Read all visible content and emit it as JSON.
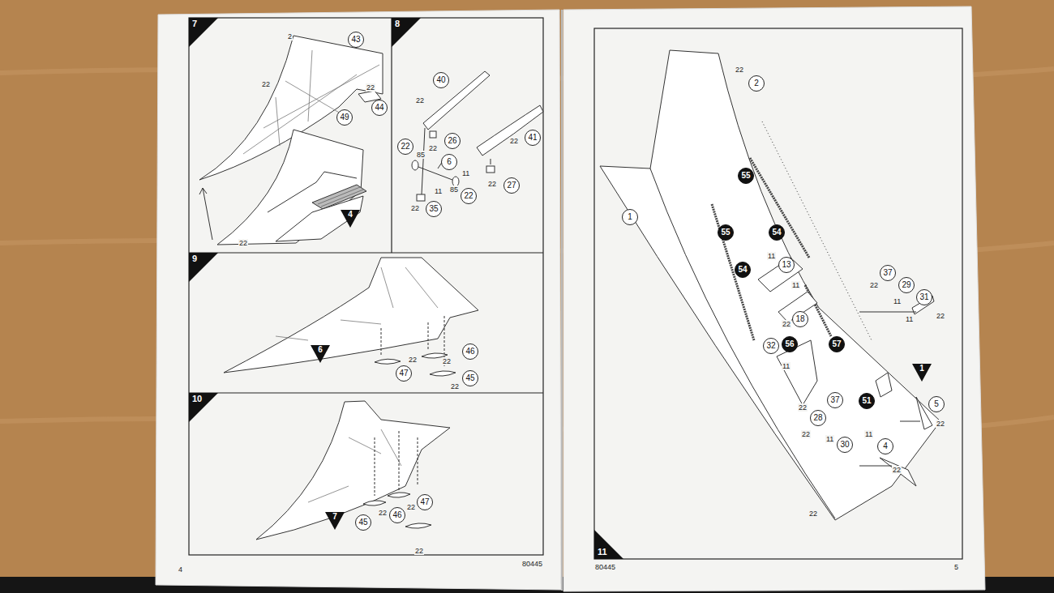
{
  "diagram": {
    "nodes": [
      {
        "text": [
          "7"
        ]
      },
      {
        "text": [
          "43"
        ]
      },
      {
        "text": [
          "44"
        ]
      },
      {
        "text": [
          "49"
        ]
      },
      {
        "text": [
          "4"
        ]
      },
      {
        "text": [
          "8"
        ]
      },
      {
        "text": [
          "40"
        ]
      },
      {
        "text": [
          "22"
        ]
      },
      {
        "text": [
          "26"
        ]
      },
      {
        "text": [
          "41"
        ]
      },
      {
        "text": [
          "6"
        ]
      },
      {
        "text": [
          "22"
        ]
      },
      {
        "text": [
          "27"
        ]
      },
      {
        "text": [
          "35"
        ]
      },
      {
        "text": [
          "9"
        ]
      },
      {
        "text": [
          "6"
        ]
      },
      {
        "text": [
          "46"
        ]
      },
      {
        "text": [
          "47"
        ]
      },
      {
        "text": [
          "45"
        ]
      },
      {
        "text": [
          "10"
        ]
      },
      {
        "text": [
          "47"
        ]
      },
      {
        "text": [
          "46"
        ]
      },
      {
        "text": [
          "45"
        ]
      },
      {
        "text": [
          "7"
        ]
      },
      {
        "text": [
          "2"
        ]
      },
      {
        "text": [
          "55"
        ]
      },
      {
        "text": [
          "1"
        ]
      },
      {
        "text": [
          "55"
        ]
      },
      {
        "text": [
          "54"
        ]
      },
      {
        "text": [
          "13"
        ]
      },
      {
        "text": [
          "54"
        ]
      },
      {
        "text": [
          "37"
        ]
      },
      {
        "text": [
          "29"
        ]
      },
      {
        "text": [
          "31"
        ]
      },
      {
        "text": [
          "18"
        ]
      },
      {
        "text": [
          "32"
        ]
      },
      {
        "text": [
          "56"
        ]
      },
      {
        "text": [
          "57"
        ]
      },
      {
        "text": [
          "1"
        ]
      },
      {
        "text": [
          "37"
        ]
      },
      {
        "text": [
          "51"
        ]
      },
      {
        "text": [
          "5"
        ]
      },
      {
        "text": [
          "28"
        ]
      },
      {
        "text": [
          "30"
        ]
      },
      {
        "text": [
          "4"
        ]
      },
      {
        "text": [
          "11"
        ]
      }
    ],
    "labels": [
      "2",
      "22",
      "22",
      "22",
      "22",
      "22",
      "85",
      "11",
      "11",
      "85",
      "22",
      "22",
      "22",
      "22",
      "22",
      "22",
      "22",
      "22",
      "22",
      "4",
      "80445",
      "22",
      "11",
      "11",
      "22",
      "22",
      "11",
      "11",
      "22",
      "11",
      "22",
      "22",
      "11",
      "11",
      "22",
      "22",
      "22",
      "80445",
      "5"
    ]
  }
}
